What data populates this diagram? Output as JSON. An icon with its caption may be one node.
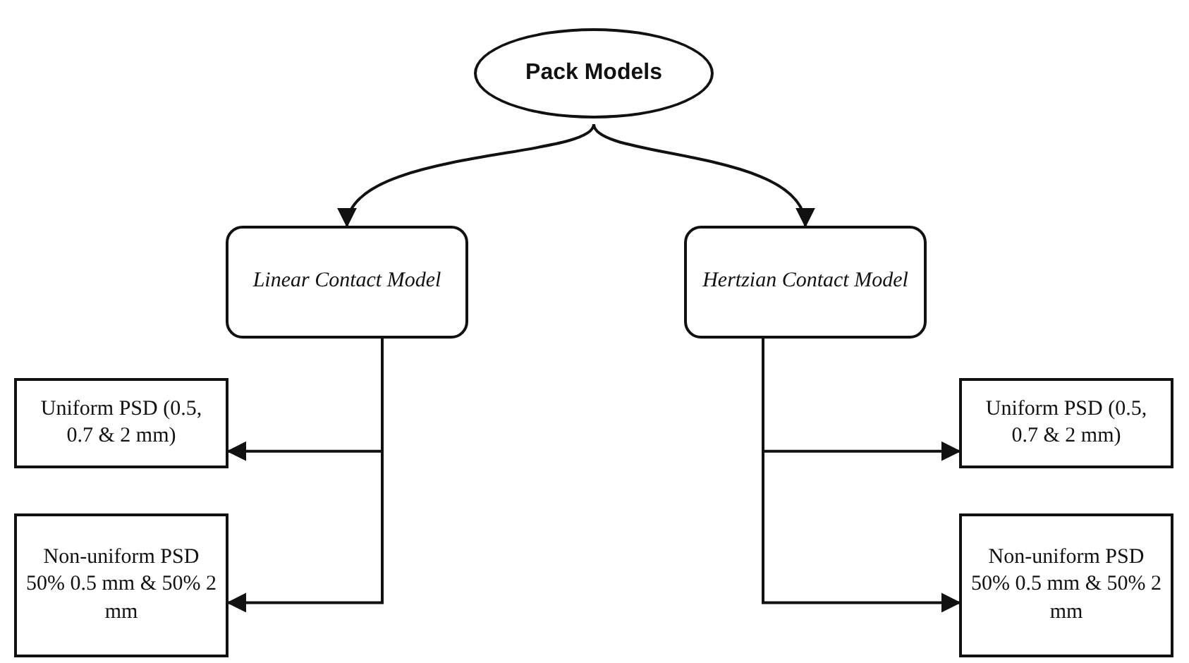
{
  "diagram": {
    "nodes": [
      {
        "text": [
          "Pack Models"
        ]
      },
      {
        "text": [
          "Linear Contact Model"
        ]
      },
      {
        "text": [
          "Hertzian Contact Model"
        ]
      },
      {
        "text": [
          "Uniform PSD (0.5, 0.7 & 2 mm)"
        ]
      },
      {
        "text": [
          "Non-uniform PSD 50% 0.5 mm & 50% 2 mm"
        ]
      },
      {
        "text": [
          "Uniform PSD (0.5, 0.7 & 2 mm)"
        ]
      },
      {
        "text": [
          "Non-uniform PSD 50% 0.5 mm & 50% 2 mm"
        ]
      }
    ],
    "edges": [
      {
        "from": 0,
        "to": 1,
        "arrow": "to"
      },
      {
        "from": 0,
        "to": 2,
        "arrow": "to"
      },
      {
        "from": 1,
        "to": 3,
        "arrow": "to"
      },
      {
        "from": 1,
        "to": 4,
        "arrow": "to"
      },
      {
        "from": 2,
        "to": 5,
        "arrow": "to"
      },
      {
        "from": 2,
        "to": 6,
        "arrow": "to"
      }
    ]
  }
}
